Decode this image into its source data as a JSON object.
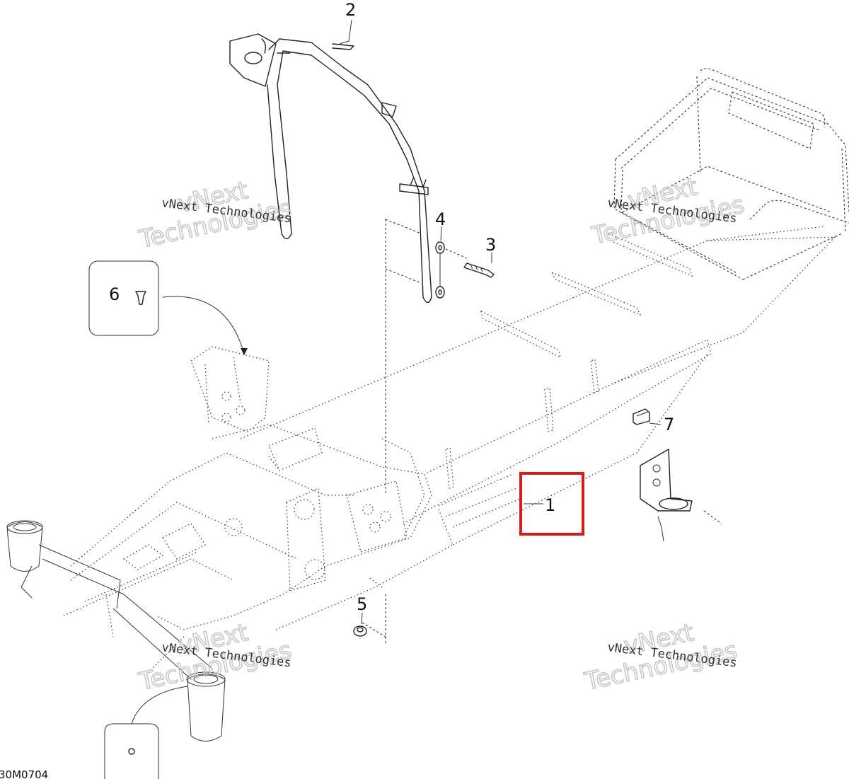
{
  "callouts": [
    {
      "id": "1",
      "label": "1"
    },
    {
      "id": "2",
      "label": "2"
    },
    {
      "id": "3",
      "label": "3"
    },
    {
      "id": "4",
      "label": "4"
    },
    {
      "id": "5",
      "label": "5"
    },
    {
      "id": "6",
      "label": "6"
    },
    {
      "id": "7",
      "label": "7"
    }
  ],
  "watermark": {
    "small_text": "vNext Technologies",
    "big_line1": "vNext",
    "big_line2": "Technologies"
  },
  "figure_code": "30M0704",
  "highlight": {
    "target_callout": "1",
    "color": "#d7191c"
  }
}
